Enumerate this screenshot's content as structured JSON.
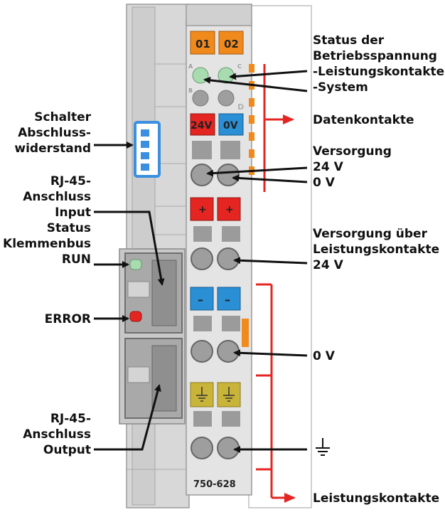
{
  "module": {
    "part_number": "750-628",
    "led_labels": {
      "led1": "01",
      "led2": "02"
    },
    "supply_labels": {
      "plus24": "24V",
      "zero": "0V"
    },
    "plus_symbol": "+",
    "minus_symbol": "–",
    "letters": {
      "a": "A",
      "b": "B",
      "c": "C",
      "d": "D"
    }
  },
  "labels_right": {
    "status_line1": "Status der",
    "status_line2": "Betriebsspannung",
    "status_line3": "-Leistungskontakte",
    "status_line4": "-System",
    "datenkontakte": "Datenkontakte",
    "versorgung_line1": "Versorgung",
    "versorgung_line2": "24 V",
    "versorgung_line3": "0 V",
    "vlk_line1": "Versorgung über",
    "vlk_line2": "Leistungskontakte",
    "vlk_line3": "24 V",
    "zero_v": "0 V",
    "leistungskontakte": "Leistungskontakte"
  },
  "labels_left": {
    "schalter_line1": "Schalter",
    "schalter_line2": "Abschluss-",
    "schalter_line3": "widerstand",
    "rj45in_line1": "RJ-45-",
    "rj45in_line2": "Anschluss",
    "rj45in_line3": "Input",
    "status_line1": "Status",
    "status_line2": "Klemmenbus",
    "run": "RUN",
    "error": "ERROR",
    "rj45out_line1": "RJ-45-",
    "rj45out_line2": "Anschluss",
    "rj45out_line3": "Output"
  },
  "colors": {
    "housing": "#d9d9d9",
    "housing_dark": "#bfbfbf",
    "orange": "#f08a1c",
    "green_led": "#a8dcb0",
    "red": "#e52521",
    "blue": "#2a8fd4",
    "yellow": "#c9b43a",
    "arrow_red": "#e52521",
    "dip_blue": "#3b8fe0"
  }
}
